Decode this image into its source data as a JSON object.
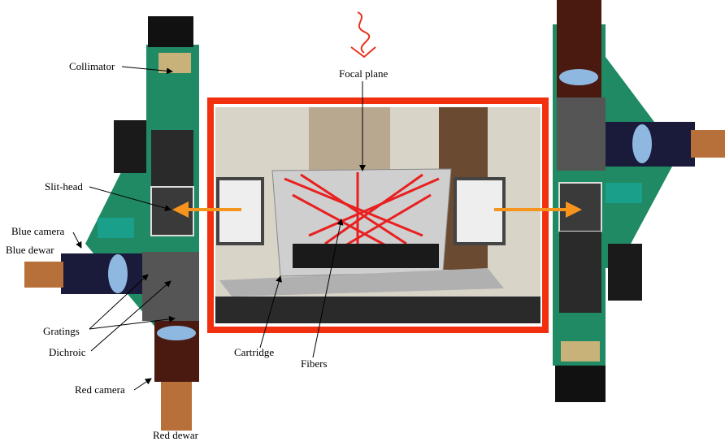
{
  "labels": {
    "collimator": "Collimator",
    "focal_plane": "Focal plane",
    "slit_head": "Slit-head",
    "blue_camera": "Blue camera",
    "blue_dewar": "Blue dewar",
    "gratings": "Gratings",
    "dichroic": "Dichroic",
    "red_camera": "Red camera",
    "red_dewar": "Red dewar",
    "cartridge": "Cartridge",
    "fibers": "Fibers"
  },
  "colors": {
    "body_green": "#1f8a63",
    "frame_red": "#f2300f",
    "arrow_orange": "#f7941d",
    "squiggle_red": "#e8321e"
  }
}
